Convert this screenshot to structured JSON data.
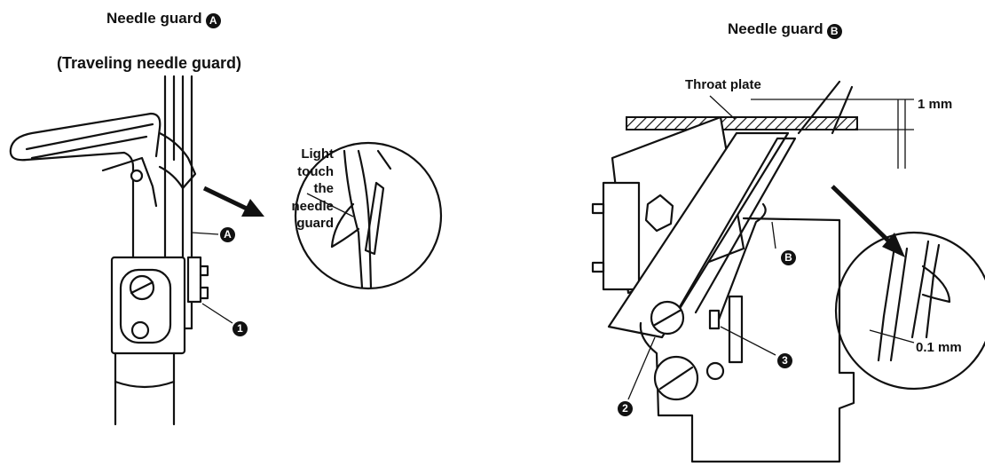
{
  "left_figure": {
    "title": "Needle guard",
    "title_badge": "A",
    "subtitle": "(Traveling needle guard)",
    "callout_lines": [
      "Light",
      "touch",
      "the",
      "needle",
      "guard"
    ],
    "part_a_badge": "A",
    "part_1_badge": "1"
  },
  "right_figure": {
    "title": "Needle guard",
    "title_badge": "B",
    "throat_plate_label": "Throat plate",
    "gap_label": "1 mm",
    "clearance_label": "0.1 mm",
    "part_b_badge": "B",
    "part_2_badge": "2",
    "part_3_badge": "3"
  }
}
